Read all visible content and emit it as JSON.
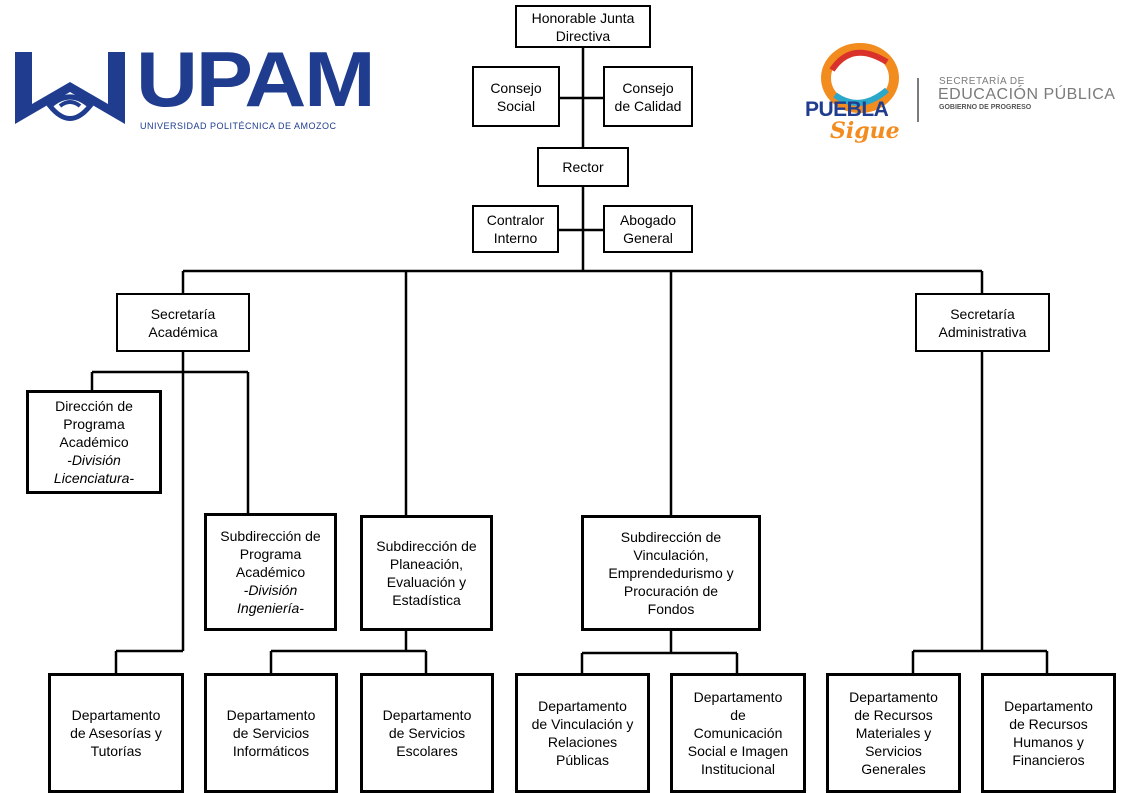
{
  "logos": {
    "upam": {
      "text": "UPAM",
      "subtitle": "UNIVERSIDAD POLITÉCNICA DE AMOZOC",
      "color": "#1f3c8f"
    },
    "sep": {
      "puebla": "PUEBLA",
      "sigue": "Sigue",
      "line1": "SECRETARÍA DE",
      "line2": "EDUCACIÓN PÚBLICA",
      "line3": "GOBIERNO DE PROGRESO",
      "colors": {
        "blue": "#1f3c8f",
        "orange": "#f28c1f",
        "red": "#d9322b",
        "teal": "#2aa7c9",
        "gray": "#7b7b7b"
      }
    }
  },
  "nodes": {
    "junta": [
      "Honorable Junta",
      "Directiva"
    ],
    "consejo_social": [
      "Consejo",
      "Social"
    ],
    "consejo_calidad": [
      "Consejo",
      "de Calidad"
    ],
    "rector": [
      "Rector"
    ],
    "contralor": [
      "Contralor",
      "Interno"
    ],
    "abogado": [
      "Abogado",
      "General"
    ],
    "sec_academica": [
      "Secretaría",
      "Académica"
    ],
    "sec_administrativa": [
      "Secretaría",
      "Administrativa"
    ],
    "dir_programa": {
      "lines": [
        "Dirección de",
        "Programa",
        "Académico"
      ],
      "italic": [
        "-División",
        "Licenciatura-"
      ]
    },
    "sub_programa": {
      "lines": [
        "Subdirección de",
        "Programa",
        "Académico"
      ],
      "italic": [
        "-División",
        "Ingeniería-"
      ]
    },
    "sub_planeacion": [
      "Subdirección de",
      "Planeación,",
      "Evaluación y",
      "Estadística"
    ],
    "sub_vinculacion": [
      "Subdirección de",
      "Vinculación,",
      "Emprendedurismo y",
      "Procuración de",
      "Fondos"
    ],
    "dep_asesorias": [
      "Departamento",
      "de Asesorías y",
      "Tutorías"
    ],
    "dep_informaticos": [
      "Departamento",
      "de Servicios",
      "Informáticos"
    ],
    "dep_escolares": [
      "Departamento",
      "de Servicios",
      "Escolares"
    ],
    "dep_vinculacion": [
      "Departamento",
      "de Vinculación y",
      "Relaciones",
      "Públicas"
    ],
    "dep_comunicacion": [
      "Departamento",
      "de",
      "Comunicación",
      "Social e Imagen",
      "Institucional"
    ],
    "dep_materiales": [
      "Departamento",
      "de Recursos",
      "Materiales y",
      "Servicios",
      "Generales"
    ],
    "dep_humanos": [
      "Departamento",
      "de Recursos",
      "Humanos y",
      "Financieros"
    ]
  }
}
